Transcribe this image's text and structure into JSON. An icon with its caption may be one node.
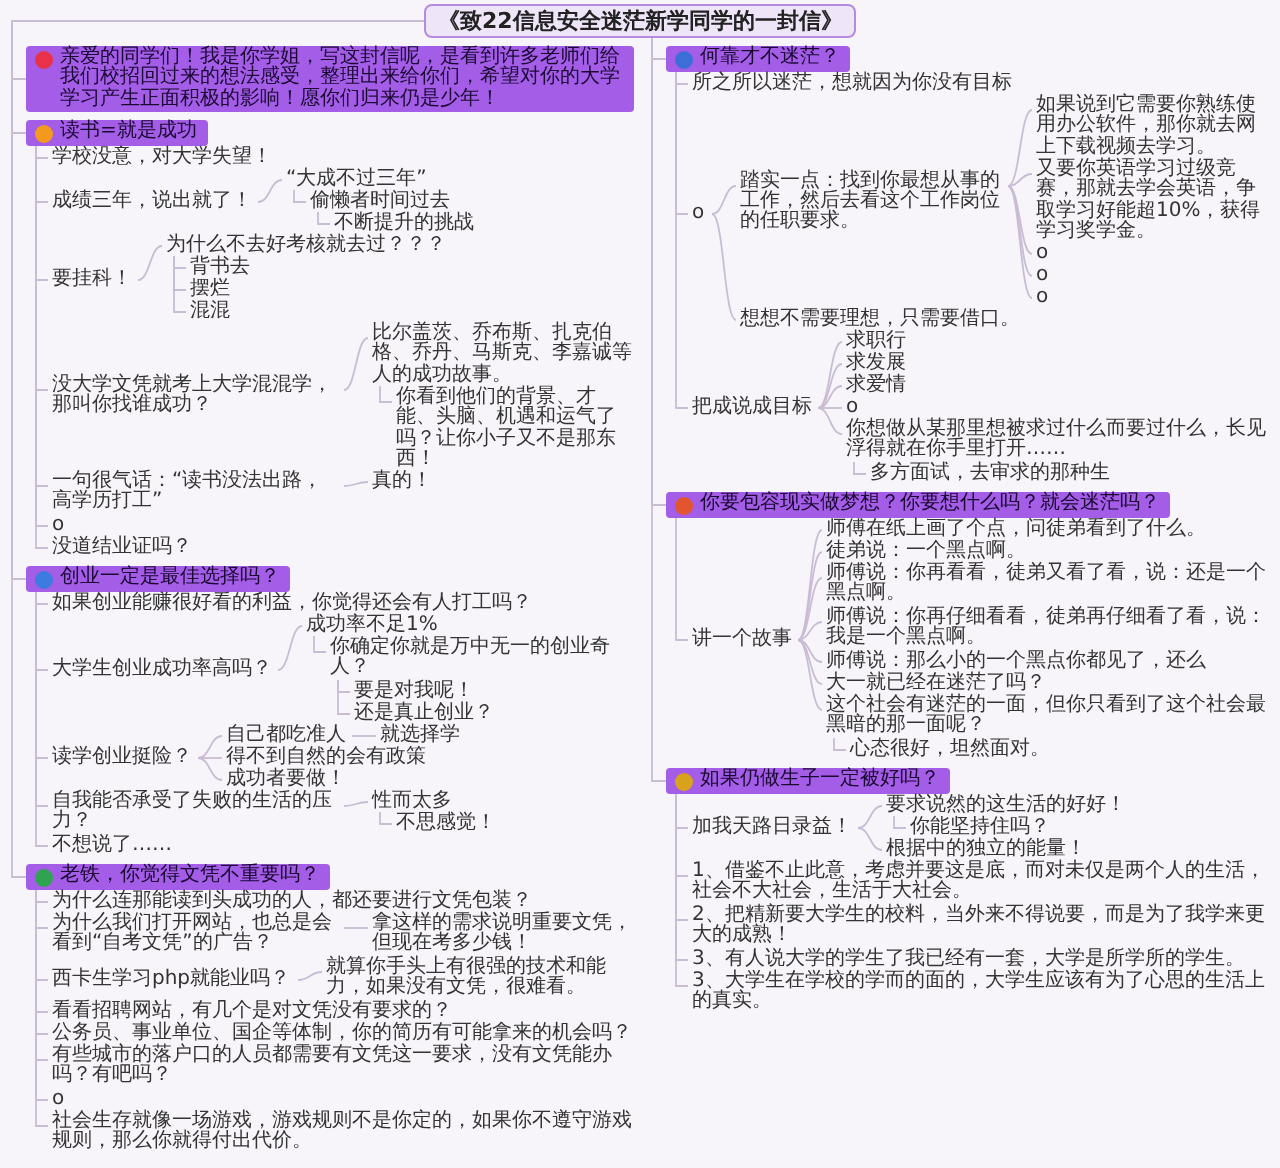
{
  "diagram": {
    "nodes": [
      {
        "text": [
          "《致22信息安全迷茫新学同学的一封信》"
        ]
      },
      {
        "text": [
          "亲爱的同学们！我是你学姐，写这封信呢，是看到许多老师们给我们校招回过来的想法感受，整理出来给你们，希望对你的大学学习产生正面积极的影响！愿你们归来仍是少年！"
        ]
      },
      {
        "text": [
          "读书=就是成功"
        ]
      },
      {
        "text": [
          "学校没意，对大学失望！"
        ]
      },
      {
        "text": [
          "成绩三年，说出就了！"
        ]
      },
      {
        "text": [
          "“大成不过三年”"
        ]
      },
      {
        "text": [
          "偷懒者时间过去"
        ]
      },
      {
        "text": [
          "不断提升的挑战"
        ]
      },
      {
        "text": [
          "要挂科！"
        ]
      },
      {
        "text": [
          "为什么不去好考核就去过？？？"
        ]
      },
      {
        "text": [
          "背书去"
        ]
      },
      {
        "text": [
          "摆烂"
        ]
      },
      {
        "text": [
          "混混"
        ]
      },
      {
        "text": [
          "没大学文凭就考上大学混混学，那叫你找谁成功？"
        ]
      },
      {
        "text": [
          "比尔盖茨、乔布斯、扎克伯格、乔丹、马斯克、李嘉诚等人的成功故事。"
        ]
      },
      {
        "text": [
          "你看到他们的背景、才能、头脑、机遇和运气了吗？让你小子又不是那东西！"
        ]
      },
      {
        "text": [
          "一句很气话：“读书没法出路，高学历打工”"
        ]
      },
      {
        "text": [
          "真的！"
        ]
      },
      {
        "text": [
          "o"
        ]
      },
      {
        "text": [
          "没道结业证吗？"
        ]
      },
      {
        "text": [
          "创业一定是最佳选择吗？"
        ]
      },
      {
        "text": [
          "如果创业能赚很好看的利益，你觉得还会有人打工吗？"
        ]
      },
      {
        "text": [
          "大学生创业成功率高吗？"
        ]
      },
      {
        "text": [
          "成功率不足1%"
        ]
      },
      {
        "text": [
          "你确定你就是万中无一的创业奇人？"
        ]
      },
      {
        "text": [
          "要是对我呢！"
        ]
      },
      {
        "text": [
          "还是真止创业？"
        ]
      },
      {
        "text": [
          "读学创业挺险？"
        ]
      },
      {
        "text": [
          "自己都吃准人"
        ]
      },
      {
        "text": [
          "就选择学"
        ]
      },
      {
        "text": [
          "得不到自然的会有政策"
        ]
      },
      {
        "text": [
          "成功者要做！"
        ]
      },
      {
        "text": [
          "自我能否承受了失败的生活的压力？"
        ]
      },
      {
        "text": [
          "性而太多"
        ]
      },
      {
        "text": [
          "不思感觉！"
        ]
      },
      {
        "text": [
          "不想说了……"
        ]
      },
      {
        "text": [
          "老铁，你觉得文凭不重要吗？"
        ]
      },
      {
        "text": [
          "为什么连那能读到头成功的人，都还要进行文凭包装？"
        ]
      },
      {
        "text": [
          "为什么我们打开网站，也总是会看到“自考文凭”的广告？"
        ]
      },
      {
        "text": [
          "拿这样的需求说明重要文凭，但现在考多少钱！"
        ]
      },
      {
        "text": [
          "西卡生学习php就能业吗？"
        ]
      },
      {
        "text": [
          "就算你手头上有很强的技术和能力，如果没有文凭，很难看。"
        ]
      },
      {
        "text": [
          "看看招聘网站，有几个是对文凭没有要求的？"
        ]
      },
      {
        "text": [
          "公务员、事业单位、国企等体制，你的简历有可能拿来的机会吗？"
        ]
      },
      {
        "text": [
          "有些城市的落户口的人员都需要有文凭这一要求，没有文凭能办吗？有吧吗？"
        ]
      },
      {
        "text": [
          "o"
        ]
      },
      {
        "text": [
          "社会生存就像一场游戏，游戏规则不是你定的，如果你不遵守游戏规则，那么你就得付出代价。"
        ]
      },
      {
        "text": [
          "何靠才不迷茫？"
        ]
      },
      {
        "text": [
          "所之所以迷茫，想就因为你没有目标"
        ]
      },
      {
        "text": [
          "o"
        ]
      },
      {
        "text": [
          "踏实一点：找到你最想从事的工作，然后去看这个工作岗位的任职要求。"
        ]
      },
      {
        "text": [
          "如果说到它需要你熟练使用办公软件，那你就去网上下载视频去学习。"
        ]
      },
      {
        "text": [
          "又要你英语学习过级竞赛，那就去学会英语，争取学习好能超10%，获得学习奖学金。"
        ]
      },
      {
        "text": [
          "o"
        ]
      },
      {
        "text": [
          "o"
        ]
      },
      {
        "text": [
          "o"
        ]
      },
      {
        "text": [
          "想想不需要理想，只需要借口。"
        ]
      },
      {
        "text": [
          "把成说成目标"
        ]
      },
      {
        "text": [
          "求职行"
        ]
      },
      {
        "text": [
          "求发展"
        ]
      },
      {
        "text": [
          "求爱情"
        ]
      },
      {
        "text": [
          "o"
        ]
      },
      {
        "text": [
          "你想做从某那里想被求过什么而要过什么，长见浮得就在你手里打开……"
        ]
      },
      {
        "text": [
          "多方面试，去审求的那种生"
        ]
      },
      {
        "text": [
          "你要包容现实做梦想？你要想什么吗？就会迷茫吗？"
        ]
      },
      {
        "text": [
          "讲一个故事"
        ]
      },
      {
        "text": [
          "师傅在纸上画了个点，问徒弟看到了什么。"
        ]
      },
      {
        "text": [
          "徒弟说：一个黑点啊。"
        ]
      },
      {
        "text": [
          "师傅说：你再看看，徒弟又看了看，说：还是一个黑点啊。"
        ]
      },
      {
        "text": [
          "师傅说：你再仔细看看，徒弟再仔细看了看，说：我是一个黑点啊。"
        ]
      },
      {
        "text": [
          "师傅说：那么小的一个黑点你都见了，还么"
        ]
      },
      {
        "text": [
          "大一就已经在迷茫了吗？"
        ]
      },
      {
        "text": [
          "这个社会有迷茫的一面，但你只看到了这个社会最黑暗的那一面呢？"
        ]
      },
      {
        "text": [
          "心态很好，坦然面对。"
        ]
      },
      {
        "text": [
          "如果仍做生子一定被好吗？"
        ]
      },
      {
        "text": [
          "加我天路日录益！"
        ]
      },
      {
        "text": [
          "要求说然的这生活的好好！"
        ]
      },
      {
        "text": [
          "你能坚持住吗？"
        ]
      },
      {
        "text": [
          "根据中的独立的能量！"
        ]
      },
      {
        "text": [
          "1、借鉴不止此意，考虑并要这是底，而对未仅是两个人的生活，社会不大社会，生活于大社会。"
        ]
      },
      {
        "text": [
          "2、把精新要大学生的校料，当外来不得说要，而是为了我学来更大的成熟！"
        ]
      },
      {
        "text": [
          "3、有人说大学的学生了我已经有一套，大学是所学所的学生。"
        ]
      },
      {
        "text": [
          "3、大学生在学校的学而的面的，大学生应该有为了心思的生活上的真实。"
        ]
      }
    ],
    "edges": [
      {
        "from": 0,
        "to": 1,
        "arrow": "none"
      },
      {
        "from": 0,
        "to": 2,
        "arrow": "none"
      },
      {
        "from": 0,
        "to": 20,
        "arrow": "none"
      },
      {
        "from": 0,
        "to": 36,
        "arrow": "none"
      },
      {
        "from": 0,
        "to": 47,
        "arrow": "none"
      },
      {
        "from": 0,
        "to": 64,
        "arrow": "none"
      },
      {
        "from": 0,
        "to": 74,
        "arrow": "none"
      },
      {
        "from": 2,
        "to": 3,
        "arrow": "none"
      },
      {
        "from": 2,
        "to": 4,
        "arrow": "none"
      },
      {
        "from": 4,
        "to": 5,
        "arrow": "none"
      },
      {
        "from": 5,
        "to": 6,
        "arrow": "none"
      },
      {
        "from": 6,
        "to": 7,
        "arrow": "none"
      },
      {
        "from": 2,
        "to": 8,
        "arrow": "none"
      },
      {
        "from": 8,
        "to": 9,
        "arrow": "none"
      },
      {
        "from": 9,
        "to": 10,
        "arrow": "none"
      },
      {
        "from": 9,
        "to": 11,
        "arrow": "none"
      },
      {
        "from": 9,
        "to": 12,
        "arrow": "none"
      },
      {
        "from": 2,
        "to": 13,
        "arrow": "none"
      },
      {
        "from": 13,
        "to": 14,
        "arrow": "none"
      },
      {
        "from": 14,
        "to": 15,
        "arrow": "none"
      },
      {
        "from": 2,
        "to": 16,
        "arrow": "none"
      },
      {
        "from": 16,
        "to": 17,
        "arrow": "none"
      },
      {
        "from": 2,
        "to": 18,
        "arrow": "none"
      },
      {
        "from": 2,
        "to": 19,
        "arrow": "none"
      },
      {
        "from": 20,
        "to": 21,
        "arrow": "none"
      },
      {
        "from": 20,
        "to": 22,
        "arrow": "none"
      },
      {
        "from": 22,
        "to": 23,
        "arrow": "none"
      },
      {
        "from": 23,
        "to": 24,
        "arrow": "none"
      },
      {
        "from": 24,
        "to": 25,
        "arrow": "none"
      },
      {
        "from": 24,
        "to": 26,
        "arrow": "none"
      },
      {
        "from": 20,
        "to": 27,
        "arrow": "none"
      },
      {
        "from": 27,
        "to": 28,
        "arrow": "none"
      },
      {
        "from": 28,
        "to": 29,
        "arrow": "none"
      },
      {
        "from": 27,
        "to": 30,
        "arrow": "none"
      },
      {
        "from": 27,
        "to": 31,
        "arrow": "none"
      },
      {
        "from": 20,
        "to": 32,
        "arrow": "none"
      },
      {
        "from": 32,
        "to": 33,
        "arrow": "none"
      },
      {
        "from": 33,
        "to": 34,
        "arrow": "none"
      },
      {
        "from": 20,
        "to": 35,
        "arrow": "none"
      },
      {
        "from": 36,
        "to": 37,
        "arrow": "none"
      },
      {
        "from": 36,
        "to": 38,
        "arrow": "none"
      },
      {
        "from": 38,
        "to": 39,
        "arrow": "none"
      },
      {
        "from": 36,
        "to": 40,
        "arrow": "none"
      },
      {
        "from": 40,
        "to": 41,
        "arrow": "none"
      },
      {
        "from": 36,
        "to": 42,
        "arrow": "none"
      },
      {
        "from": 36,
        "to": 43,
        "arrow": "none"
      },
      {
        "from": 36,
        "to": 44,
        "arrow": "none"
      },
      {
        "from": 36,
        "to": 45,
        "arrow": "none"
      },
      {
        "from": 36,
        "to": 46,
        "arrow": "none"
      },
      {
        "from": 47,
        "to": 48,
        "arrow": "none"
      },
      {
        "from": 47,
        "to": 49,
        "arrow": "none"
      },
      {
        "from": 49,
        "to": 50,
        "arrow": "none"
      },
      {
        "from": 50,
        "to": 51,
        "arrow": "none"
      },
      {
        "from": 50,
        "to": 52,
        "arrow": "none"
      },
      {
        "from": 50,
        "to": 53,
        "arrow": "none"
      },
      {
        "from": 50,
        "to": 54,
        "arrow": "none"
      },
      {
        "from": 50,
        "to": 55,
        "arrow": "none"
      },
      {
        "from": 49,
        "to": 56,
        "arrow": "none"
      },
      {
        "from": 47,
        "to": 57,
        "arrow": "none"
      },
      {
        "from": 57,
        "to": 58,
        "arrow": "none"
      },
      {
        "from": 57,
        "to": 59,
        "arrow": "none"
      },
      {
        "from": 57,
        "to": 60,
        "arrow": "none"
      },
      {
        "from": 57,
        "to": 61,
        "arrow": "none"
      },
      {
        "from": 57,
        "to": 62,
        "arrow": "none"
      },
      {
        "from": 62,
        "to": 63,
        "arrow": "none"
      },
      {
        "from": 64,
        "to": 65,
        "arrow": "none"
      },
      {
        "from": 65,
        "to": 66,
        "arrow": "none"
      },
      {
        "from": 65,
        "to": 67,
        "arrow": "none"
      },
      {
        "from": 65,
        "to": 68,
        "arrow": "none"
      },
      {
        "from": 65,
        "to": 69,
        "arrow": "none"
      },
      {
        "from": 65,
        "to": 70,
        "arrow": "none"
      },
      {
        "from": 65,
        "to": 71,
        "arrow": "none"
      },
      {
        "from": 65,
        "to": 72,
        "arrow": "none"
      },
      {
        "from": 72,
        "to": 73,
        "arrow": "none"
      },
      {
        "from": 74,
        "to": 75,
        "arrow": "none"
      },
      {
        "from": 75,
        "to": 76,
        "arrow": "none"
      },
      {
        "from": 76,
        "to": 77,
        "arrow": "none"
      },
      {
        "from": 75,
        "to": 78,
        "arrow": "none"
      },
      {
        "from": 74,
        "to": 79,
        "arrow": "none"
      },
      {
        "from": 74,
        "to": 80,
        "arrow": "none"
      },
      {
        "from": 74,
        "to": 81,
        "arrow": "none"
      },
      {
        "from": 74,
        "to": 82,
        "arrow": "none"
      }
    ]
  }
}
